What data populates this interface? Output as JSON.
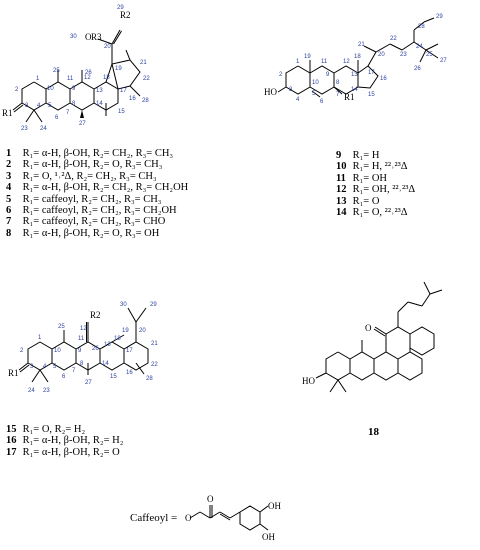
{
  "structures": {
    "lupane": {
      "atoms": {
        "R1": "R1",
        "R2": "R2",
        "R3": "O",
        "OR3": "R3"
      },
      "numbers": [
        "1",
        "2",
        "3",
        "4",
        "5",
        "6",
        "7",
        "8",
        "9",
        "10",
        "11",
        "12",
        "13",
        "14",
        "15",
        "16",
        "17",
        "18",
        "19",
        "20",
        "21",
        "22",
        "23",
        "24",
        "25",
        "26",
        "27",
        "28",
        "29",
        "30"
      ]
    },
    "sterol": {
      "atoms": {
        "HO": "HO",
        "R1": "R1"
      },
      "numbers": [
        "1",
        "2",
        "3",
        "4",
        "5",
        "6",
        "7",
        "8",
        "9",
        "10",
        "11",
        "12",
        "13",
        "14",
        "15",
        "16",
        "17",
        "18",
        "19",
        "20",
        "21",
        "22",
        "23",
        "24",
        "25",
        "26",
        "27",
        "28",
        "29"
      ]
    },
    "oleanane": {
      "atoms": {
        "R1": "R1",
        "R2": "R2"
      },
      "numbers": [
        "1",
        "2",
        "3",
        "4",
        "5",
        "6",
        "7",
        "8",
        "9",
        "10",
        "11",
        "12",
        "13",
        "14",
        "15",
        "16",
        "17",
        "18",
        "19",
        "20",
        "21",
        "22",
        "23",
        "24",
        "25",
        "26",
        "27",
        "28",
        "29",
        "30"
      ]
    },
    "cpd18": {
      "atoms": {
        "O": "O",
        "HO": "HO"
      },
      "label": "18"
    },
    "caffeoyl": {
      "label": "Caffeoyl =",
      "atoms": {
        "O1": "O",
        "O2": "O",
        "OH1": "OH",
        "OH2": "OH"
      }
    }
  },
  "legend_lupane": [
    {
      "id": "1",
      "text": "R₁= α-H, β-OH, R₂= CH₂, R₃= CH₃"
    },
    {
      "id": "2",
      "text": "R₁= α-H, β-OH, R₂= O, R₃= CH₃"
    },
    {
      "id": "3",
      "text": "R₁= O, ¹˒²Δ, R₂= CH₂, R₃= CH₃"
    },
    {
      "id": "4",
      "text": "R₁= α-H, β-OH, R₂= CH₂, R₃= CH₂OH"
    },
    {
      "id": "5",
      "text": "R₁= caffeoyl, R₂= CH₂, R₃= CH₃"
    },
    {
      "id": "6",
      "text": "R₁= caffeoyl, R₂= CH₂, R₃= CH₂OH"
    },
    {
      "id": "7",
      "text": "R₁= caffeoyl, R₂= CH₂, R₃= CHO"
    },
    {
      "id": "8",
      "text": "R₁= α-H, β-OH, R₂= O, R₃= OH"
    }
  ],
  "legend_sterol": [
    {
      "id": "9",
      "text": "R₁= H"
    },
    {
      "id": "10",
      "text": "R₁= H, ²²˒²³Δ"
    },
    {
      "id": "11",
      "text": "R₁= OH"
    },
    {
      "id": "12",
      "text": "R₁= OH, ²²˒²³Δ"
    },
    {
      "id": "13",
      "text": "R₁= O"
    },
    {
      "id": "14",
      "text": "R₁= O, ²²˒²³Δ"
    }
  ],
  "legend_oleanane": [
    {
      "id": "15",
      "text": "R₁= O, R₂= H₂"
    },
    {
      "id": "16",
      "text": "R₁= α-H, β-OH, R₂= H₂"
    },
    {
      "id": "17",
      "text": "R₁= α-H, β-OH, R₂= O"
    }
  ]
}
